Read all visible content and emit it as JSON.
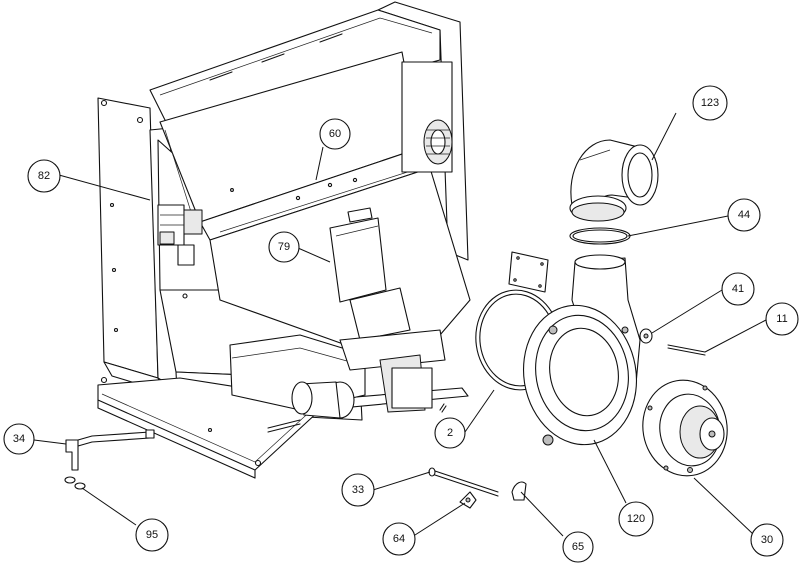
{
  "callouts": [
    {
      "id": "c123",
      "label": "123"
    },
    {
      "id": "c60",
      "label": "60"
    },
    {
      "id": "c82",
      "label": "82"
    },
    {
      "id": "c44",
      "label": "44"
    },
    {
      "id": "c79",
      "label": "79"
    },
    {
      "id": "c41",
      "label": "41"
    },
    {
      "id": "c11",
      "label": "11"
    },
    {
      "id": "c2",
      "label": "2"
    },
    {
      "id": "c34",
      "label": "34"
    },
    {
      "id": "c33",
      "label": "33"
    },
    {
      "id": "c120",
      "label": "120"
    },
    {
      "id": "c30",
      "label": "30"
    },
    {
      "id": "c95",
      "label": "95"
    },
    {
      "id": "c64",
      "label": "64"
    },
    {
      "id": "c65",
      "label": "65"
    }
  ],
  "colors": {
    "line": "#111111",
    "background": "#ffffff"
  }
}
